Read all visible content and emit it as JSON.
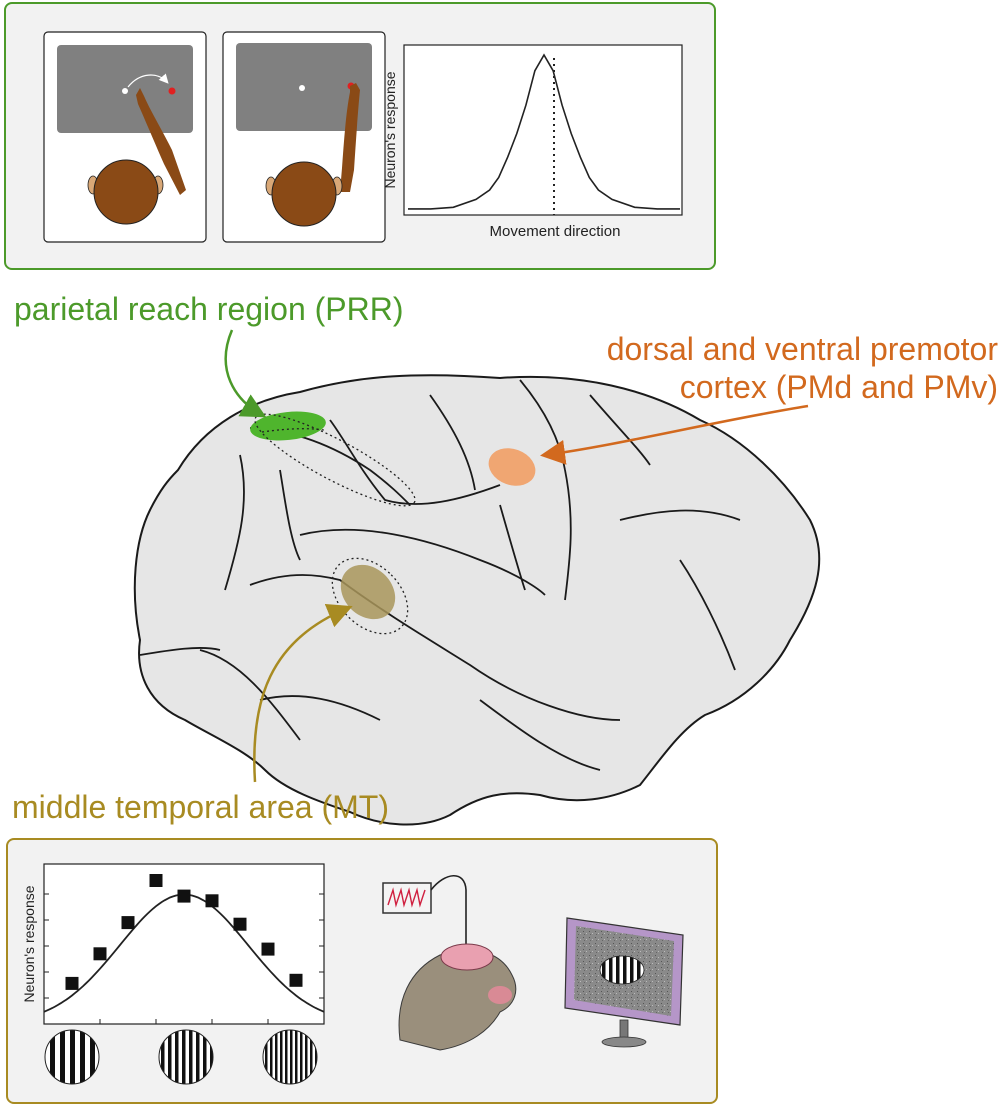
{
  "colors": {
    "prr": "#4c9a2a",
    "premotor": "#d2691e",
    "mt": "#a88b22",
    "brain": "#e6e6e6",
    "panel_bg": "#f2f2f2"
  },
  "top_panel": {
    "chart": {
      "ylabel": "Neuron's response",
      "xlabel": "Movement direction"
    }
  },
  "regions": {
    "prr": "parietal reach region (PRR)",
    "premotor_line1": "dorsal and ventral premotor",
    "premotor_line2": "cortex (PMd and PMv)",
    "mt": "middle temporal area (MT)"
  },
  "bottom_panel": {
    "chart": {
      "ylabel": "Neuron's response"
    }
  },
  "chart_data": [
    {
      "type": "line",
      "ylabel": "Neuron's response",
      "xlabel": "Movement direction",
      "grid": false,
      "x": [
        -3,
        -2.5,
        -2,
        -1.5,
        -1.2,
        -1,
        -0.8,
        -0.6,
        -0.4,
        -0.2,
        0,
        0.2,
        0.4,
        0.6,
        0.8,
        1,
        1.2,
        1.5,
        2,
        2.5,
        3
      ],
      "values": [
        0.02,
        0.02,
        0.03,
        0.08,
        0.14,
        0.22,
        0.35,
        0.5,
        0.68,
        0.9,
        1.0,
        0.9,
        0.68,
        0.5,
        0.35,
        0.22,
        0.14,
        0.08,
        0.03,
        0.02,
        0.02
      ],
      "annotations": [
        "dotted vertical line at preferred direction"
      ]
    },
    {
      "type": "scatter",
      "ylabel": "Neuron's response",
      "grid": false,
      "x": [
        1,
        2,
        3,
        4,
        5,
        6,
        7,
        8,
        9
      ],
      "points": [
        0.26,
        0.45,
        0.65,
        0.92,
        0.82,
        0.79,
        0.64,
        0.48,
        0.28
      ],
      "fit": [
        0.12,
        0.35,
        0.58,
        0.75,
        0.83,
        0.8,
        0.67,
        0.47,
        0.25
      ],
      "stimuli": [
        "low spatial frequency grating",
        "medium spatial frequency grating",
        "high spatial frequency grating"
      ]
    }
  ]
}
